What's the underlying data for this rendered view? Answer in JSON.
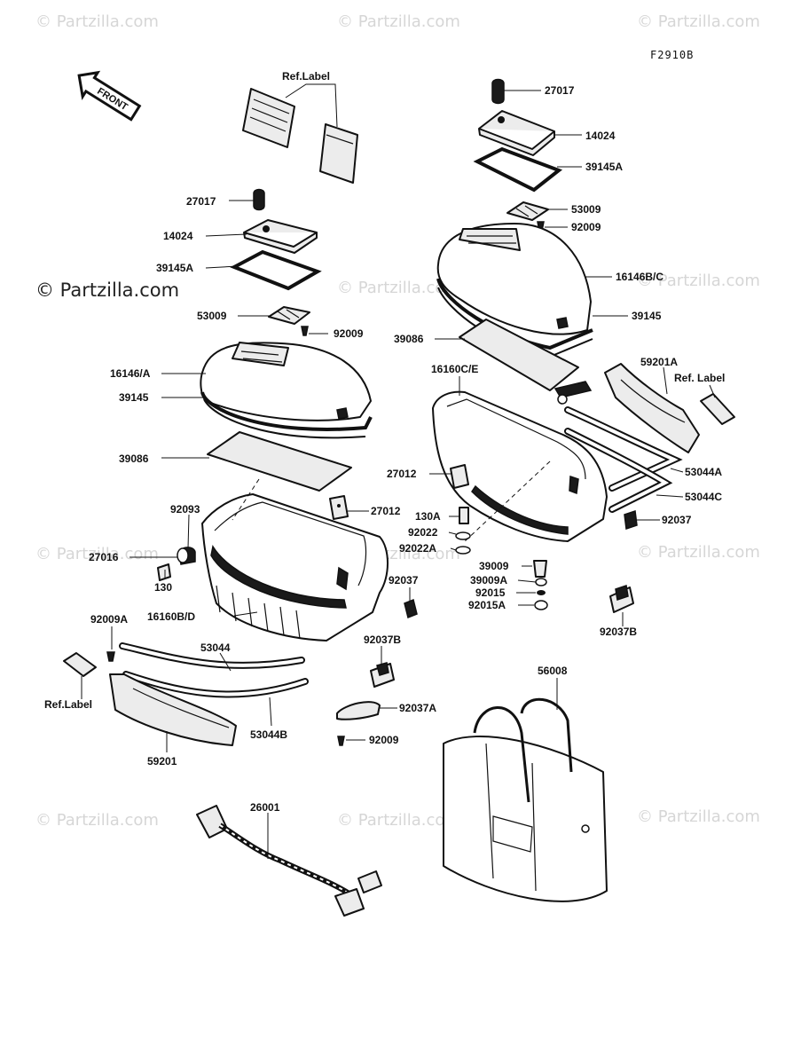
{
  "diagram_code": "F2910B",
  "watermark": "© Partzilla.com",
  "front_arrow": "FRONT",
  "callouts": {
    "ref_label_top": "Ref.Label",
    "c27017_l": "27017",
    "c14024_l": "14024",
    "c39145a_l": "39145A",
    "c53009_l": "53009",
    "c92009_l": "92009",
    "c16146a": "16146/A",
    "c39145_l": "39145",
    "c39086_l": "39086",
    "c92093": "92093",
    "c27016": "27016",
    "c27012_mid": "27012",
    "c130": "130",
    "c16160bd": "16160B/D",
    "c92037_mid": "92037",
    "c92037b_mid": "92037B",
    "c92009a": "92009A",
    "c53044": "53044",
    "ref_label_left": "Ref.Label",
    "c53044b": "53044B",
    "c59201": "59201",
    "c92037a": "92037A",
    "c92009_low": "92009",
    "c27017_r": "27017",
    "c14024_r": "14024",
    "c39145a_r": "39145A",
    "c53009_r": "53009",
    "c92009_r": "92009",
    "c16146bc": "16146B/C",
    "c39145_r": "39145",
    "c39086_r": "39086",
    "c16160ce": "16160C/E",
    "c59201a": "59201A",
    "ref_label_right": "Ref. Label",
    "c27012_r": "27012",
    "c53044a": "53044A",
    "c53044c": "53044C",
    "c130a": "130A",
    "c92022": "92022",
    "c92022a": "92022A",
    "c92037_r": "92037",
    "c39009": "39009",
    "c39009a": "39009A",
    "c92015": "92015",
    "c92015a": "92015A",
    "c92037b_r": "92037B",
    "c56008": "56008",
    "c26001": "26001"
  }
}
